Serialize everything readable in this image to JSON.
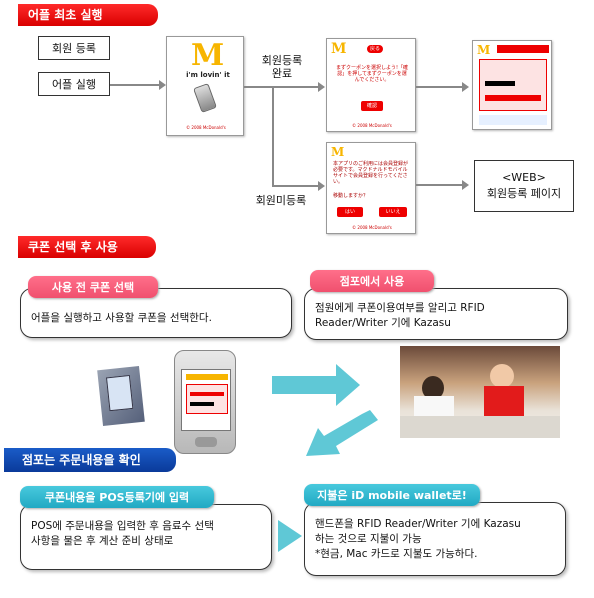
{
  "section1": {
    "title": "어플 최초 실행"
  },
  "left_boxes": {
    "member_register": "회원 등록",
    "app_launch": "어플 실행"
  },
  "labels": {
    "registered_line1": "회원등록",
    "registered_line2": "완료",
    "not_registered": "회원미등록"
  },
  "splash": {
    "slogan": "i'm lovin' it",
    "copyright": "© 2008 McDonald's"
  },
  "phone_coupon_select": {
    "badge": "戻る",
    "text": "まずクーポンを選択しよう!「確認」を押してまずクーポンを選んでください。",
    "button": "確認",
    "copyright": "© 2008 McDonald's"
  },
  "phone_register_prompt": {
    "text": "本アプリのご利用には会員登録が必要です。マクドナルドモバイルサイトで会員登録を行ってください。",
    "sub": "移動しますか？",
    "btn_yes": "はい",
    "btn_no": "いいえ",
    "copyright": "© 2008 McDonald's"
  },
  "web_box": {
    "line1": "<WEB>",
    "line2": "회원등록 페이지"
  },
  "section2": {
    "title": "쿠폰 선택 후 사용"
  },
  "tab_before": {
    "label": "사용 전 쿠폰 선택"
  },
  "desc_before": {
    "text": "어플을 실행하고 사용할 쿠폰을 선택한다."
  },
  "tab_store": {
    "label": "점포에서 사용"
  },
  "desc_store": {
    "line1": "점원에게 쿠폰이용여부를 알리고 RFID",
    "line2": "Reader/Writer 기에 Kazasu"
  },
  "section3": {
    "title": "점포는 주문내용을 확인"
  },
  "tab_pos": {
    "label": "쿠폰내용을 POS등록기에 입력"
  },
  "desc_pos": {
    "line1": "POS에 주문내용을 입력한 후 음료수 선택",
    "line2": "사항을 물은 후 계산 준비 상태로"
  },
  "tab_pay": {
    "label": "지불은 iD mobile wallet로!"
  },
  "desc_pay": {
    "line1": "핸드폰을 RFID Reader/Writer 기에 Kazasu",
    "line2": "하는 것으로 지불이 가능",
    "line3": "*현금, Mac 카드로 지불도 가능하다."
  },
  "colors": {
    "red": "#e00000",
    "blue": "#0a3a9a",
    "pink": "#f0506e",
    "cyan": "#21a9c3",
    "arrow": "#5fc8d6"
  }
}
